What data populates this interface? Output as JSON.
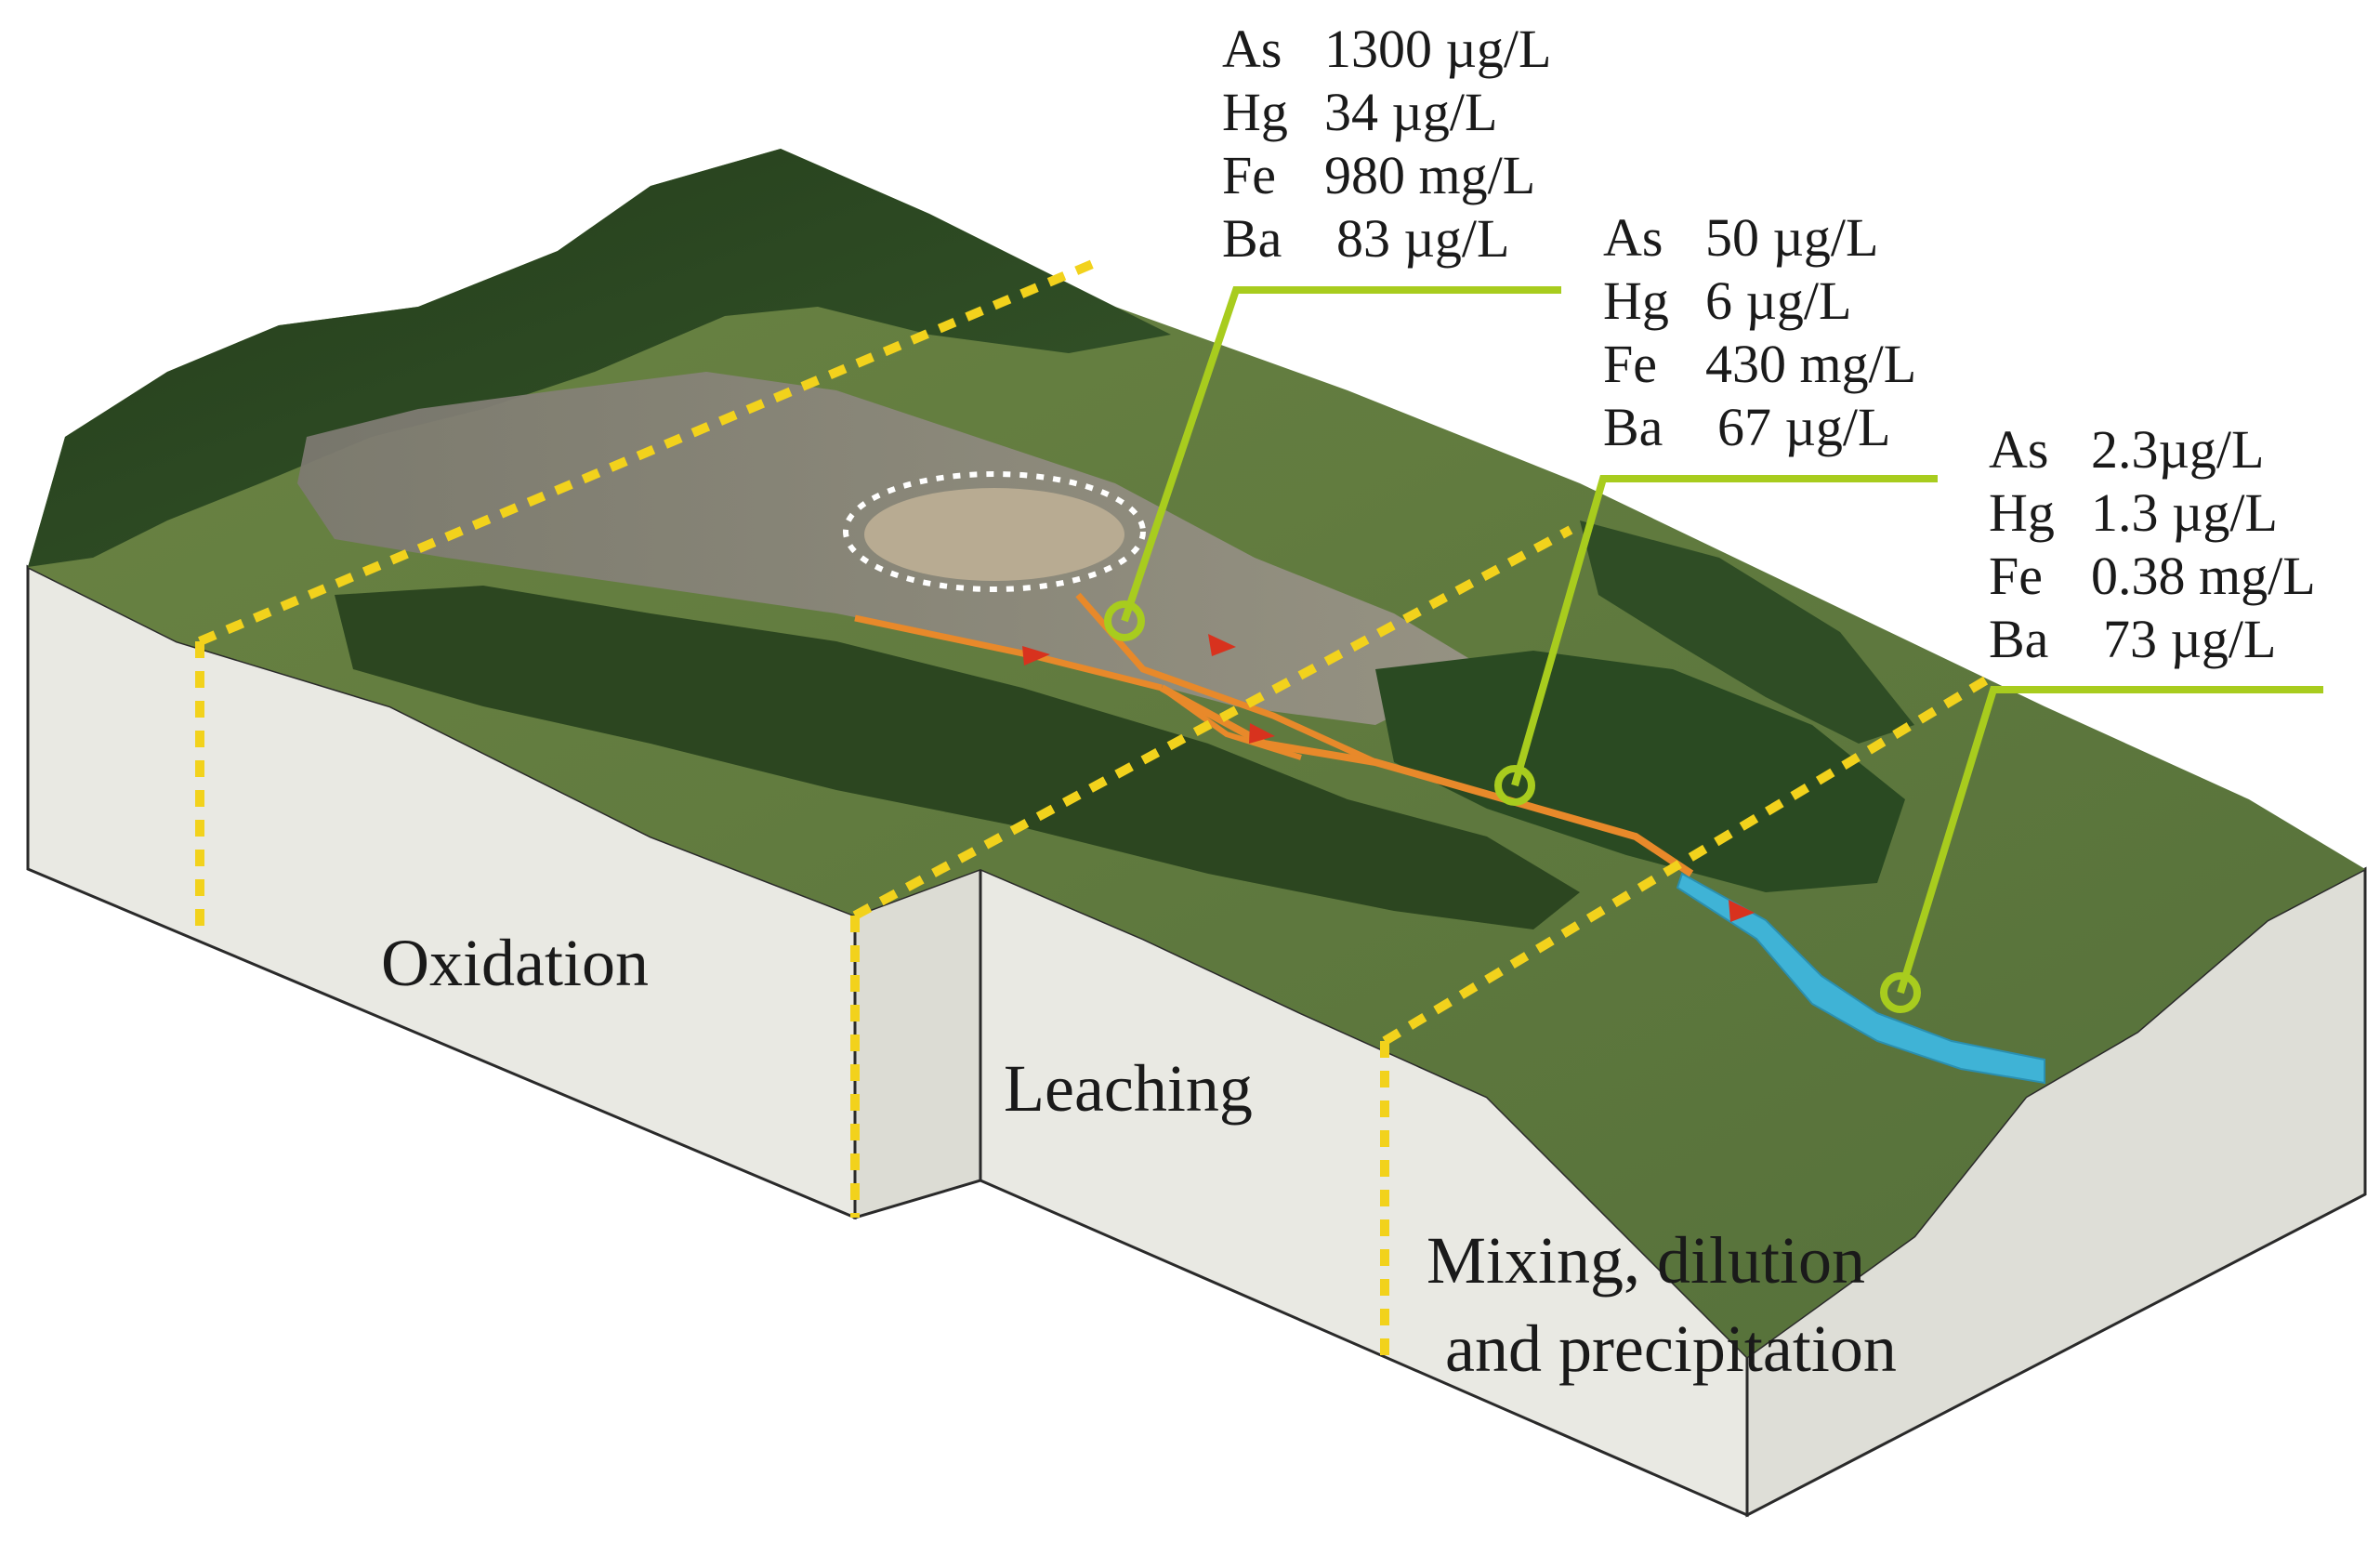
{
  "zones": [
    {
      "key": "oxidation",
      "lines": [
        "Oxidation"
      ]
    },
    {
      "key": "leaching",
      "lines": [
        "Leaching"
      ]
    },
    {
      "key": "mixing",
      "lines": [
        "Mixing, dilution",
        "and precipitation"
      ]
    }
  ],
  "stations": [
    {
      "key": "s1",
      "readings": [
        {
          "element": "As",
          "value": "1300 µg/L"
        },
        {
          "element": "Hg",
          "value": "34 µg/L"
        },
        {
          "element": "Fe",
          "value": "980 mg/L"
        },
        {
          "element": "Ba",
          "value": "83 µg/L"
        }
      ]
    },
    {
      "key": "s2",
      "readings": [
        {
          "element": "As",
          "value": "50 µg/L"
        },
        {
          "element": "Hg",
          "value": "6 µg/L"
        },
        {
          "element": "Fe",
          "value": "430 mg/L"
        },
        {
          "element": "Ba",
          "value": "67 µg/L"
        }
      ]
    },
    {
      "key": "s3",
      "readings": [
        {
          "element": "As",
          "value": "2.3µg/L"
        },
        {
          "element": "Hg",
          "value": "1.3 µg/L"
        },
        {
          "element": "Fe",
          "value": "0.38 mg/L"
        },
        {
          "element": "Ba",
          "value": "73 µg/L"
        }
      ]
    }
  ],
  "colors": {
    "callout": "#a8cc1e",
    "zone_boundary": "#f2d21c",
    "acid_drainage": "#e8892a",
    "flow_arrow": "#d8321e",
    "river": "#3fb3d6",
    "block_side": "#e9e9e3",
    "forest": "#2e4a22",
    "meadow": "#5f7a3a",
    "waste_rock": "#8a8478"
  },
  "icons": [
    "waste-dump-outline",
    "sampling-point-marker",
    "flow-direction-arrow"
  ]
}
